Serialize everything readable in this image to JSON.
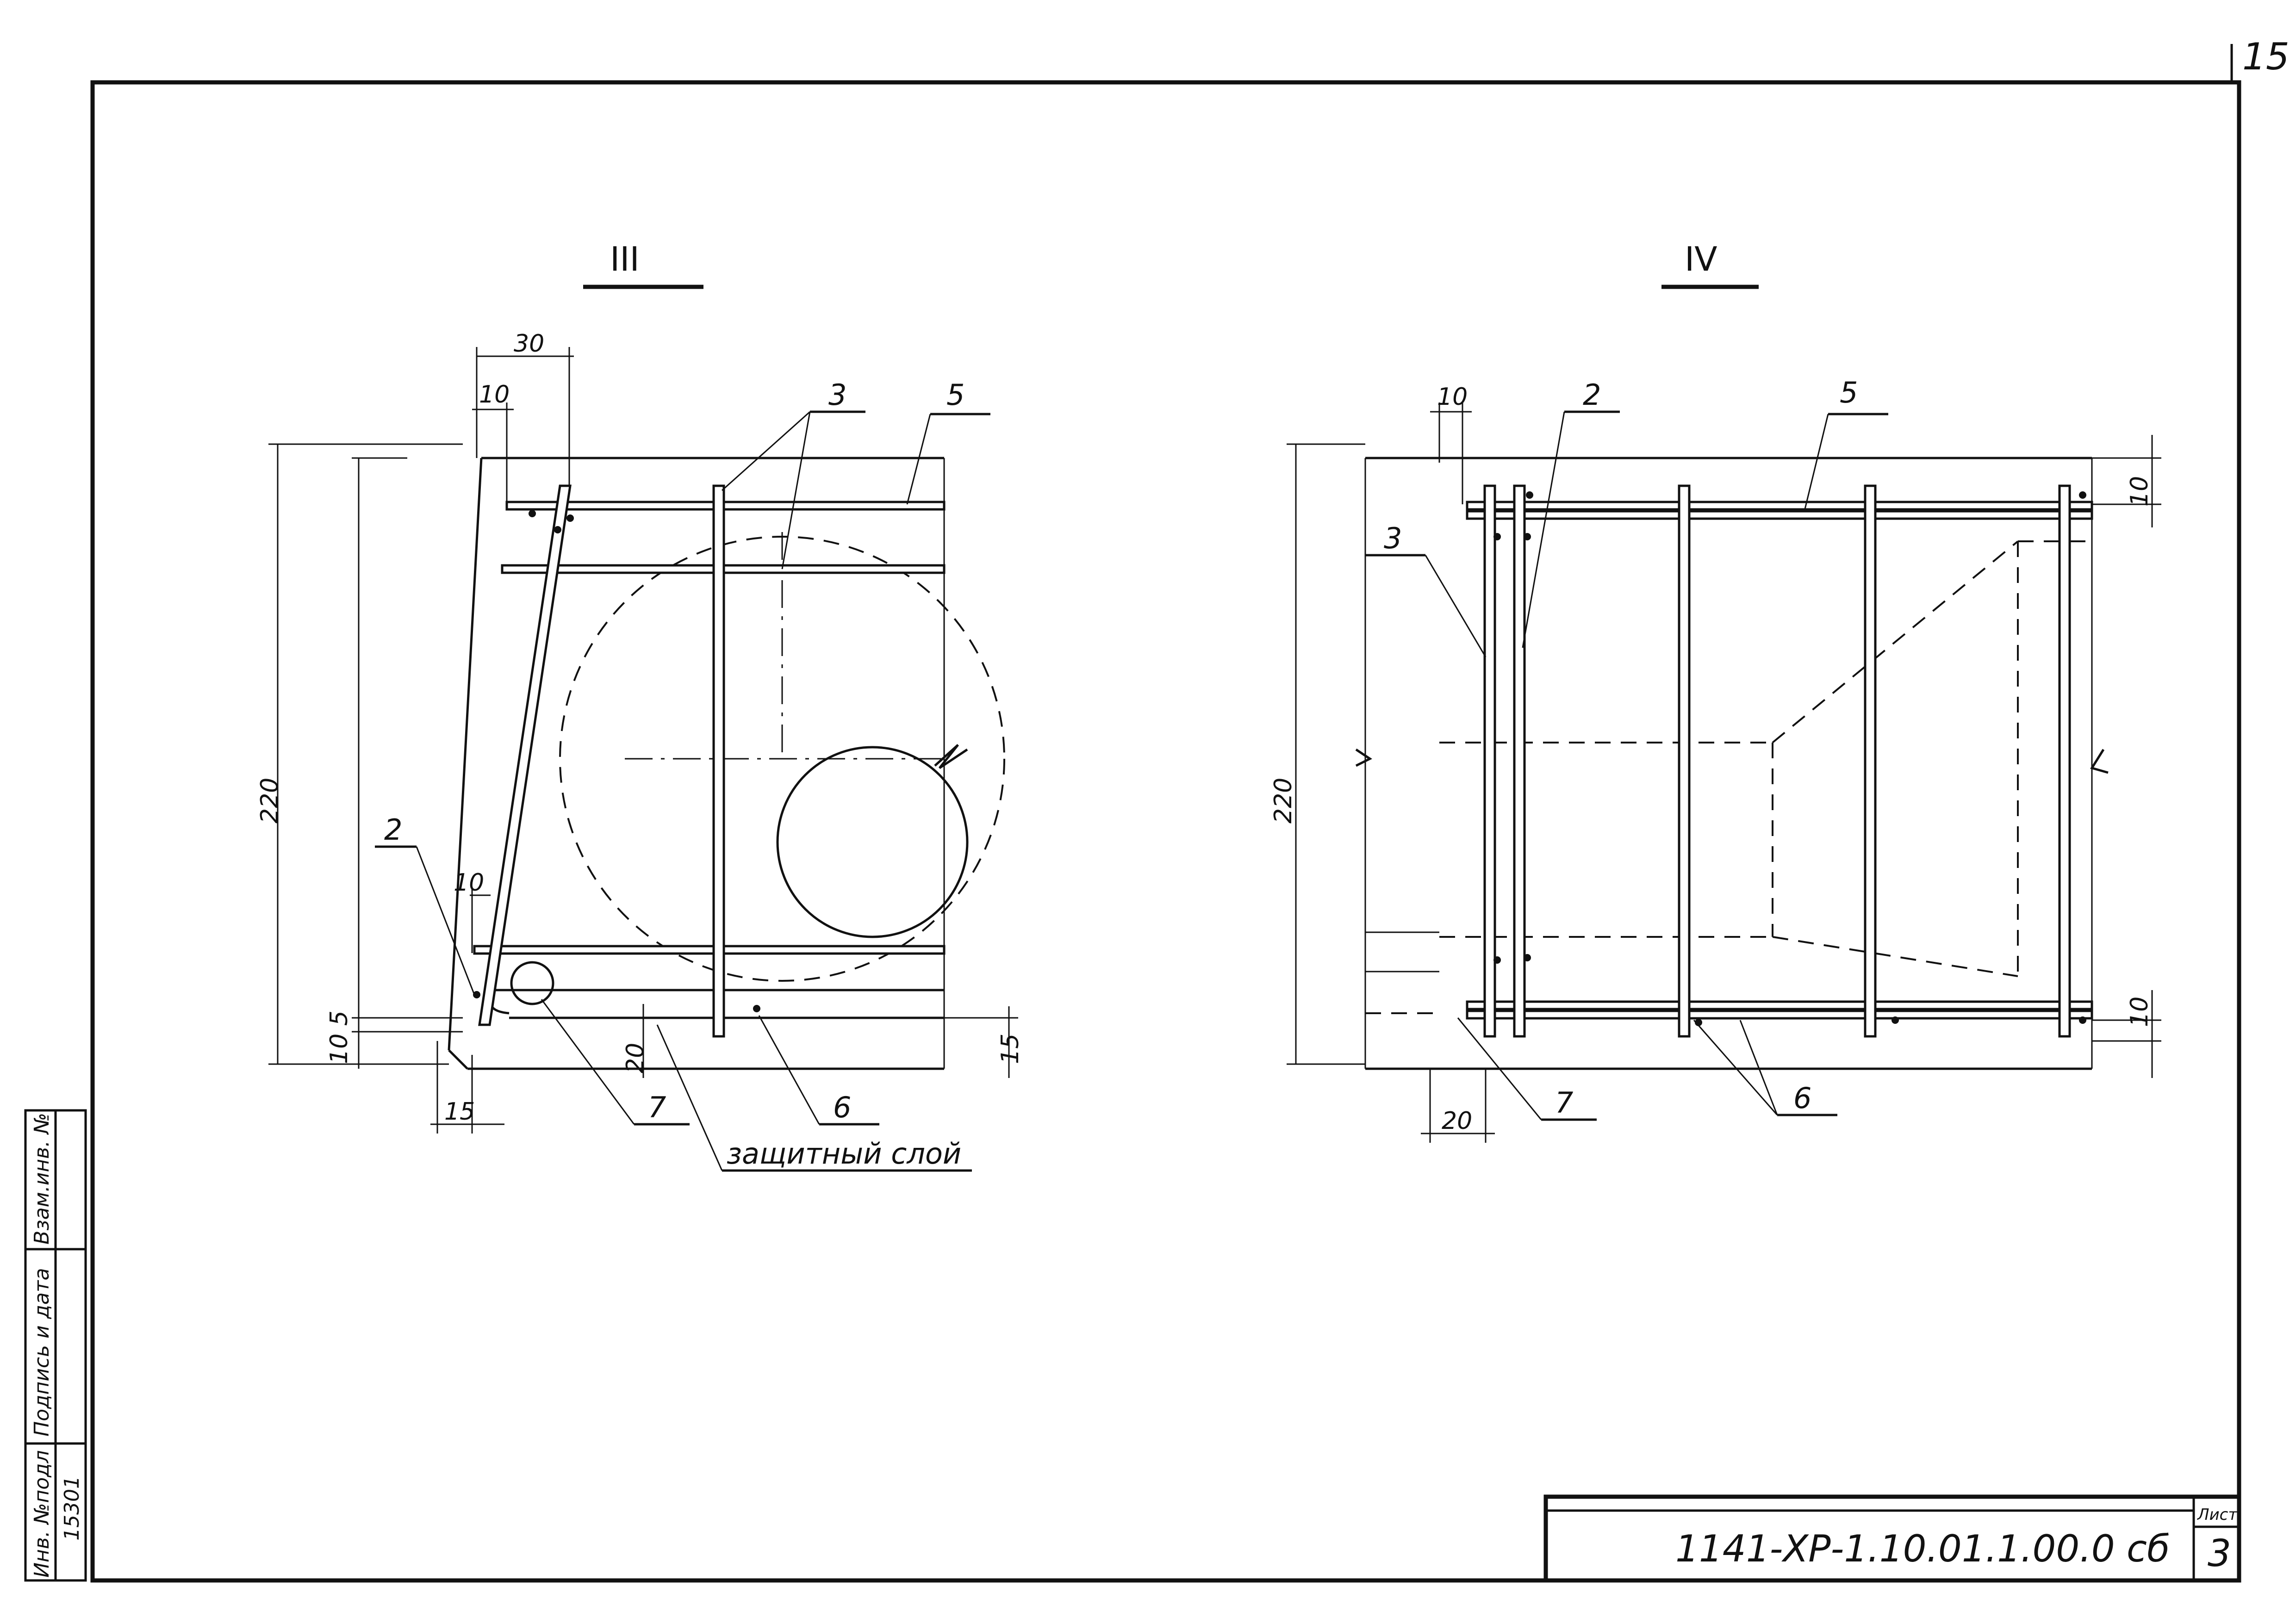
{
  "sheet": {
    "corner_number": "15",
    "doc_code": "1141-ХР-1.10.01.1.00.0 сб",
    "sheet_label": "Лист",
    "sheet_number": "3"
  },
  "side_stamp": {
    "inv_no_orig": "Инв. №подл",
    "sign_date": "Подпись и дата",
    "replace_inv": "Взам.инв. №",
    "inv_value": "15301"
  },
  "view3": {
    "title": "III",
    "dims": {
      "d30": "30",
      "d10_top": "10",
      "d220": "220",
      "d10_mid": "10",
      "d10_5": "10 5",
      "d15_bottom": "15",
      "d20": "20",
      "d15_right": "15"
    },
    "callouts": {
      "pos2": "2",
      "pos3": "3",
      "pos5": "5",
      "pos6": "6",
      "pos7": "7",
      "protective_layer": "защитный слой"
    }
  },
  "view4": {
    "title": "IV",
    "dims": {
      "d10_topleft": "10",
      "d220": "220",
      "d10_topright": "10",
      "d10_bottomright": "10",
      "d20": "20"
    },
    "callouts": {
      "pos2": "2",
      "pos3": "3",
      "pos5": "5",
      "pos6": "6",
      "pos7": "7"
    }
  }
}
